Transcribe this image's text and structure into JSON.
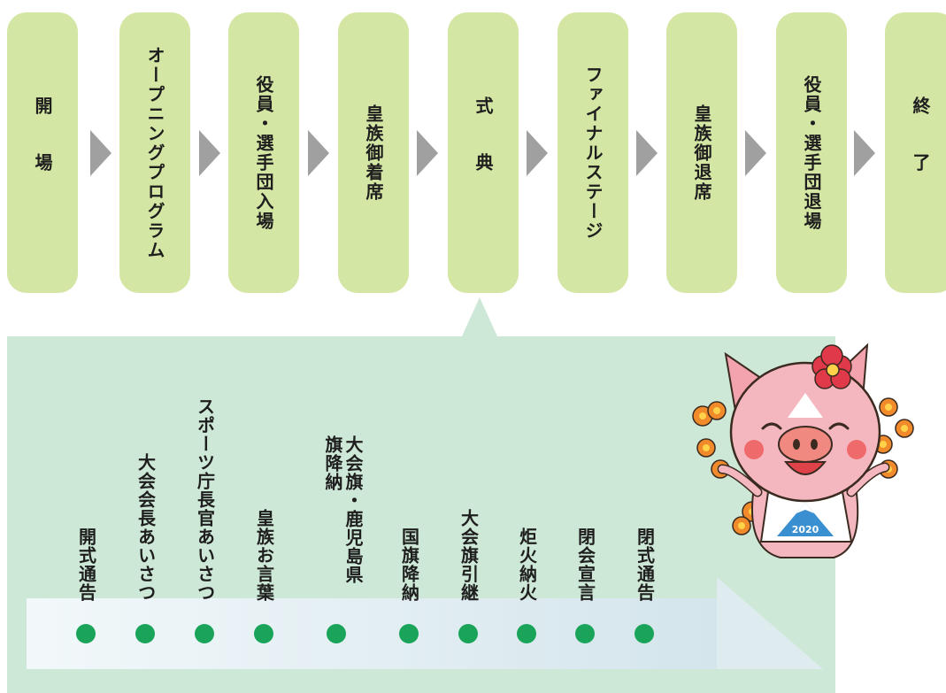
{
  "flow": {
    "steps": [
      {
        "label": "開場"
      },
      {
        "label": "オープニングプログラム"
      },
      {
        "label": "役員・選手団入場"
      },
      {
        "label": "皇族御着席"
      },
      {
        "label": "式典"
      },
      {
        "label": "ファイナルステージ"
      },
      {
        "label": "皇族御退席"
      },
      {
        "label": "役員・選手団退場"
      },
      {
        "label": "終了"
      }
    ]
  },
  "ceremony": {
    "items": [
      {
        "label": "開式通告"
      },
      {
        "label": "大会会長あいさつ"
      },
      {
        "label": "スポーツ庁長官あいさつ"
      },
      {
        "label": "皇族お言葉"
      },
      {
        "label": "大会旗・鹿児島県旗降納"
      },
      {
        "label": "国旗降納"
      },
      {
        "label": "大会旗引継"
      },
      {
        "label": "炬火納火"
      },
      {
        "label": "閉会宣言"
      },
      {
        "label": "閉式通告"
      }
    ]
  },
  "mascot": {
    "shirt_text": "2020"
  },
  "colors": {
    "step_fill": "#d3e6a3",
    "panel_fill": "#cde8d6",
    "dot": "#1aa45a",
    "arrow": "#a0a0a0"
  }
}
